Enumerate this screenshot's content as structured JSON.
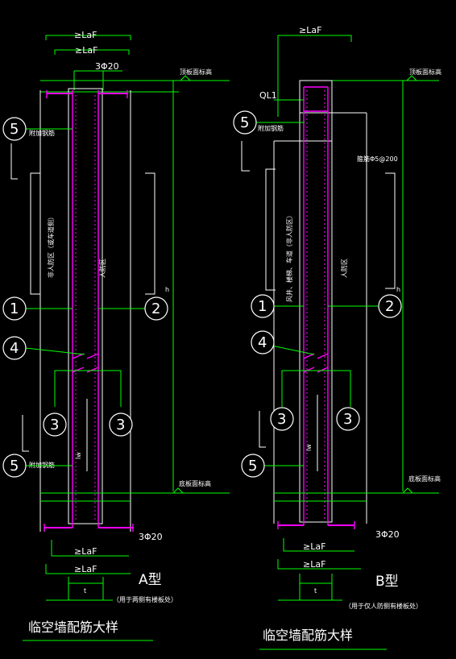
{
  "colors": {
    "background": "#000000",
    "dimension_lines": "#00ff00",
    "reinforcement": "#ff00ff",
    "wall_outline": "#ffffff",
    "text": "#ffffff"
  },
  "detail_a": {
    "dim_top_1": "≥LaF",
    "dim_top_2": "≥LaF",
    "rebar_top": "3Φ20",
    "top_elevation": "顶板面标高",
    "bar_note_upper": "附加钢筋",
    "zone_left": "非人防区（或车道侧）",
    "zone_right": "人防区",
    "h_mark": "h",
    "lap_mark": "lw",
    "bar_note_lower": "附加钢筋",
    "bottom_elevation": "底板面标高",
    "rebar_bottom": "3Φ20",
    "dim_bottom_1": "≥LaF",
    "dim_bottom_2": "≥LaF",
    "t_mark": "t",
    "type_title": "A型",
    "type_note": "（用于两侧有楼板处）",
    "callouts": [
      "5",
      "1",
      "2",
      "4",
      "3",
      "3",
      "5"
    ]
  },
  "detail_b": {
    "dim_top": "≥LaF",
    "beam_label": "QL1",
    "top_elevation": "顶板面标高",
    "bar_note_upper": "附加钢筋",
    "stirrup_note": "箍筋Φ5@200",
    "zone_left": "风井、楼梯、车道（非人防区）",
    "zone_right": "人防区",
    "h_mark": "h",
    "lap_mark": "lw",
    "bottom_elevation": "底板面标高",
    "rebar_bottom": "3Φ20",
    "dim_bottom_1": "≥LaF",
    "dim_bottom_2": "≥LaF",
    "t_mark": "t",
    "type_title": "B型",
    "type_note": "（用于仅人防侧有楼板处）",
    "callouts": [
      "5",
      "1",
      "2",
      "4",
      "3",
      "3",
      "5"
    ]
  },
  "captions": {
    "left": "临空墙配筋大样",
    "right": "临空墙配筋大样"
  }
}
